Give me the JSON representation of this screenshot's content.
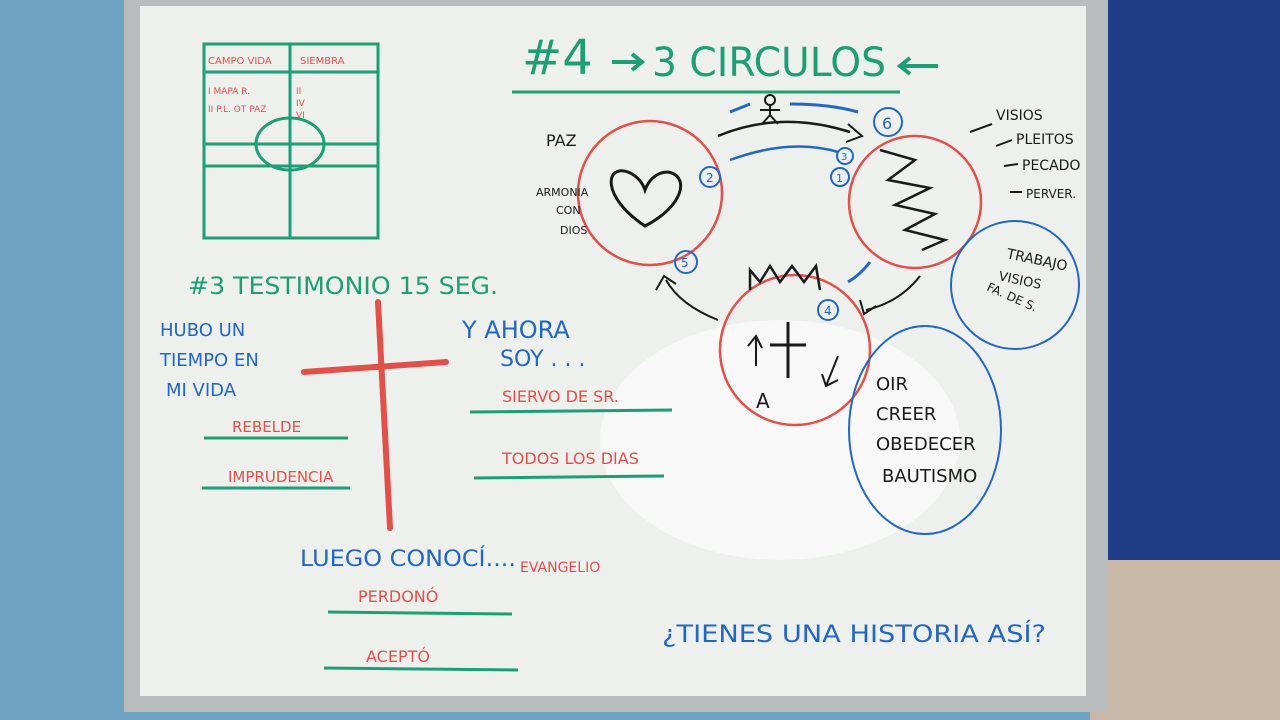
{
  "colors": {
    "board": "#eef0ee",
    "frame": "#b9bcbd",
    "wall_left": "#6fa3c4",
    "wall_right": "#1f3d86",
    "floor": "#c9b8a8",
    "green": "#1e9e74",
    "blue": "#2467c0",
    "red": "#e2504a",
    "black": "#1a1a1a"
  },
  "grid": {
    "header_left": "CAMPO VIDA",
    "header_right": "SIEMBRA",
    "left_lines": [
      "I MAPA R.",
      "II P.L. OT PAZ"
    ],
    "right_lines": [
      "II",
      "IV",
      "VI"
    ]
  },
  "title": {
    "number": "#4",
    "text": "3 CIRCULOS"
  },
  "testimony": {
    "heading": "#3 TESTIMONIO 15 SEG.",
    "intro": [
      "HUBO UN",
      "TIEMPO EN",
      "MI VIDA"
    ],
    "past_words": [
      "REBELDE",
      "IMPRUDENCIA"
    ],
    "now_intro": [
      "Y AHORA",
      "SOY . . ."
    ],
    "now_words": [
      "SIERVO DE SR.",
      "TODOS LOS DIAS"
    ],
    "then_intro": "LUEGO CONOCÍ....",
    "then_word": "EVANGELIO",
    "then_words": [
      "PERDONÓ",
      "ACEPTÓ"
    ]
  },
  "circles": {
    "left_labels": [
      "PAZ",
      "ARMONIA",
      "CON",
      "DIOS"
    ],
    "right_list": [
      "VISIOS",
      "PLEITOS",
      "PECADO",
      "PERVER."
    ],
    "right_blue_list": [
      "TRABAJO",
      "VISIOS",
      "FA. DE S."
    ],
    "steps": [
      "OIR",
      "CREER",
      "OBEDECER",
      "BAUTISMO"
    ],
    "numbers": [
      "6",
      "2",
      "1",
      "3",
      "5",
      "4"
    ],
    "bottom_letters": [
      "A"
    ]
  },
  "question": "¿TIENES UNA HISTORIA ASÍ?"
}
